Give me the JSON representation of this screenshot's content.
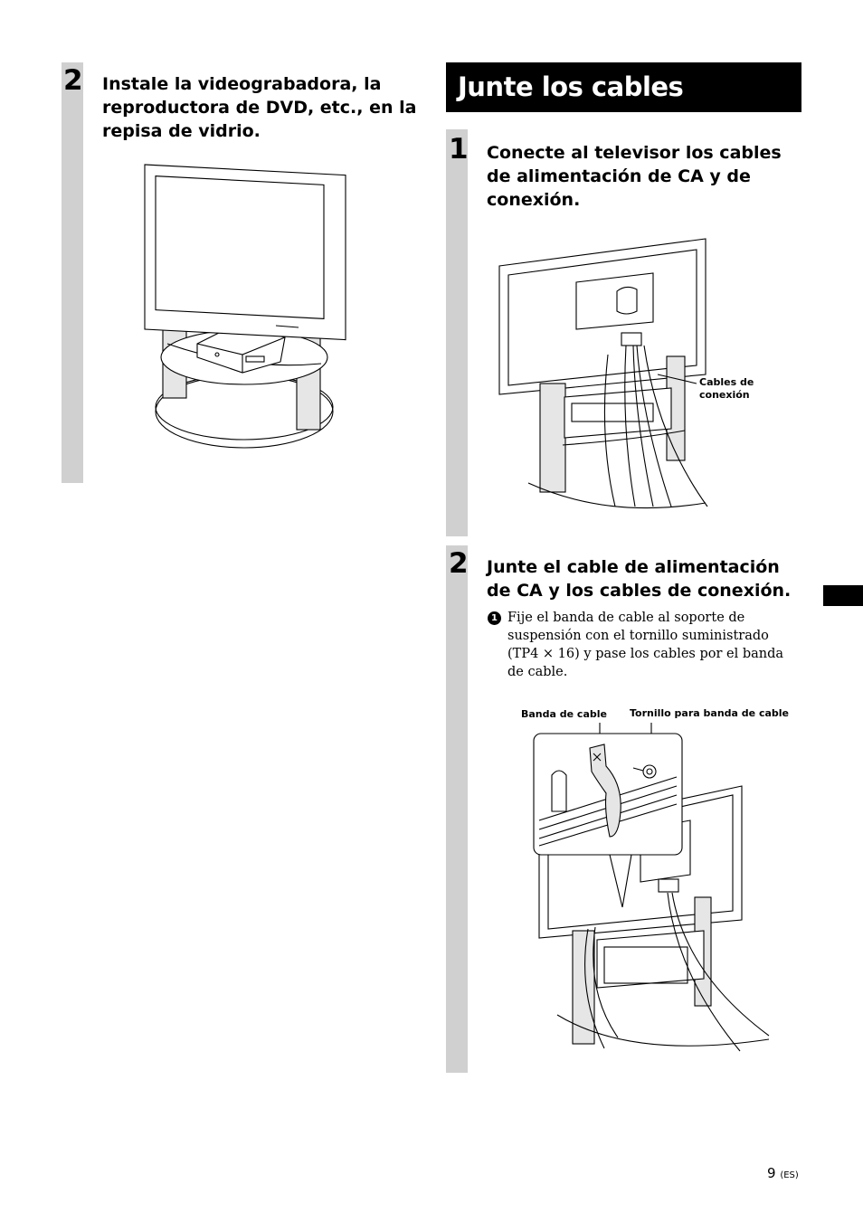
{
  "left_step": {
    "number": "2",
    "title": "Instale la videograbadora, la reproductora de DVD, etc., en la repisa de vidrio."
  },
  "section": {
    "title": "Junte los cables"
  },
  "step1": {
    "number": "1",
    "title": "Conecte al televisor los cables de alimentación de CA y de conexión.",
    "callout_line1": "Cables de",
    "callout_line2": "conexión"
  },
  "step2": {
    "number": "2",
    "title": "Junte el cable de alimentación de CA y los cables de conexión.",
    "substep_marker": "1",
    "substep_text": "Fije el banda de cable al soporte de suspensión con el tornillo suministrado (TP4 × 16) y pase los cables por el banda de cable.",
    "label_band": "Banda de cable",
    "label_screw": "Tornillo para banda de cable"
  },
  "footer": {
    "page_number": "9",
    "page_suffix": "(ES)"
  }
}
